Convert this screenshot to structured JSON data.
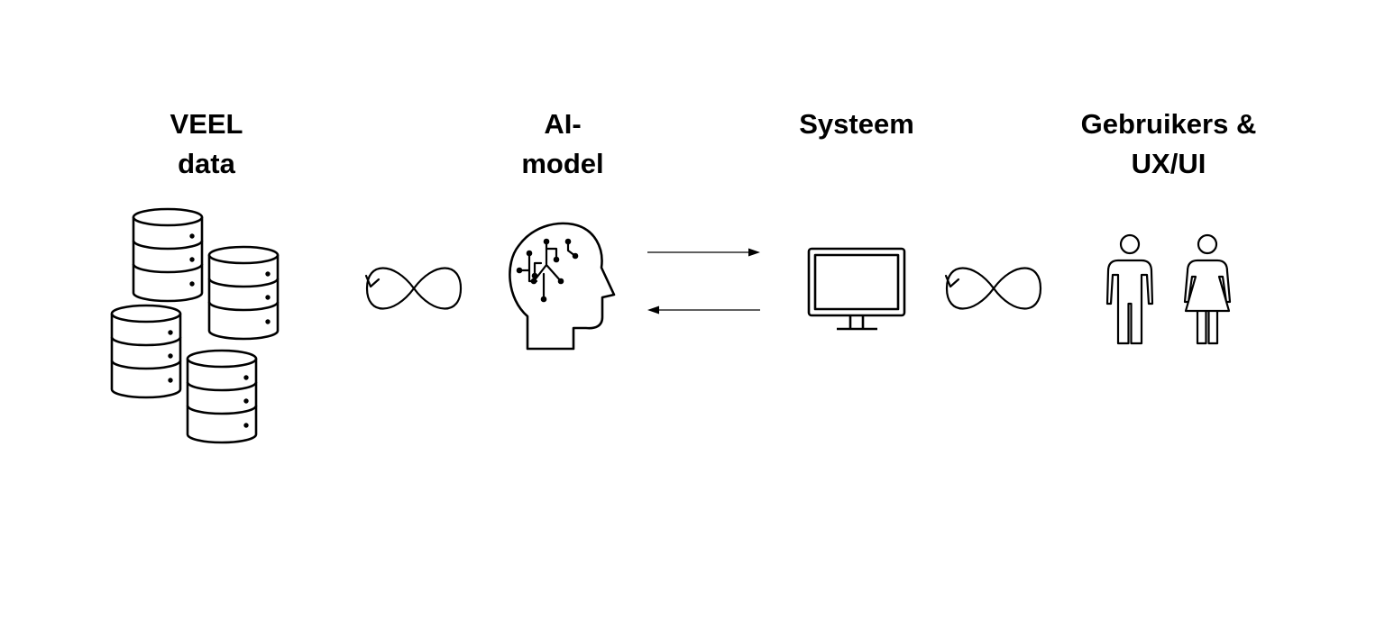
{
  "diagram": {
    "nodes": [
      {
        "id": "data",
        "label_lines": [
          "VEEL",
          "data"
        ],
        "icon": "database-stack-icon"
      },
      {
        "id": "model",
        "label_lines": [
          "AI-",
          "model"
        ],
        "icon": "ai-brain-head-icon"
      },
      {
        "id": "system",
        "label_lines": [
          "Systeem"
        ],
        "icon": "computer-monitor-icon"
      },
      {
        "id": "users",
        "label_lines": [
          "Gebruikers &",
          "UX/UI"
        ],
        "icon": "man-woman-users-icon"
      }
    ],
    "edges": [
      {
        "from": "data",
        "to": "model",
        "style": "infinity-loop-icon"
      },
      {
        "from": "model",
        "to": "system",
        "style": "arrow-right"
      },
      {
        "from": "system",
        "to": "model",
        "style": "arrow-left"
      },
      {
        "from": "system",
        "to": "users",
        "style": "infinity-loop-icon"
      }
    ],
    "colors": {
      "stroke": "#000000",
      "background": "#ffffff"
    }
  }
}
